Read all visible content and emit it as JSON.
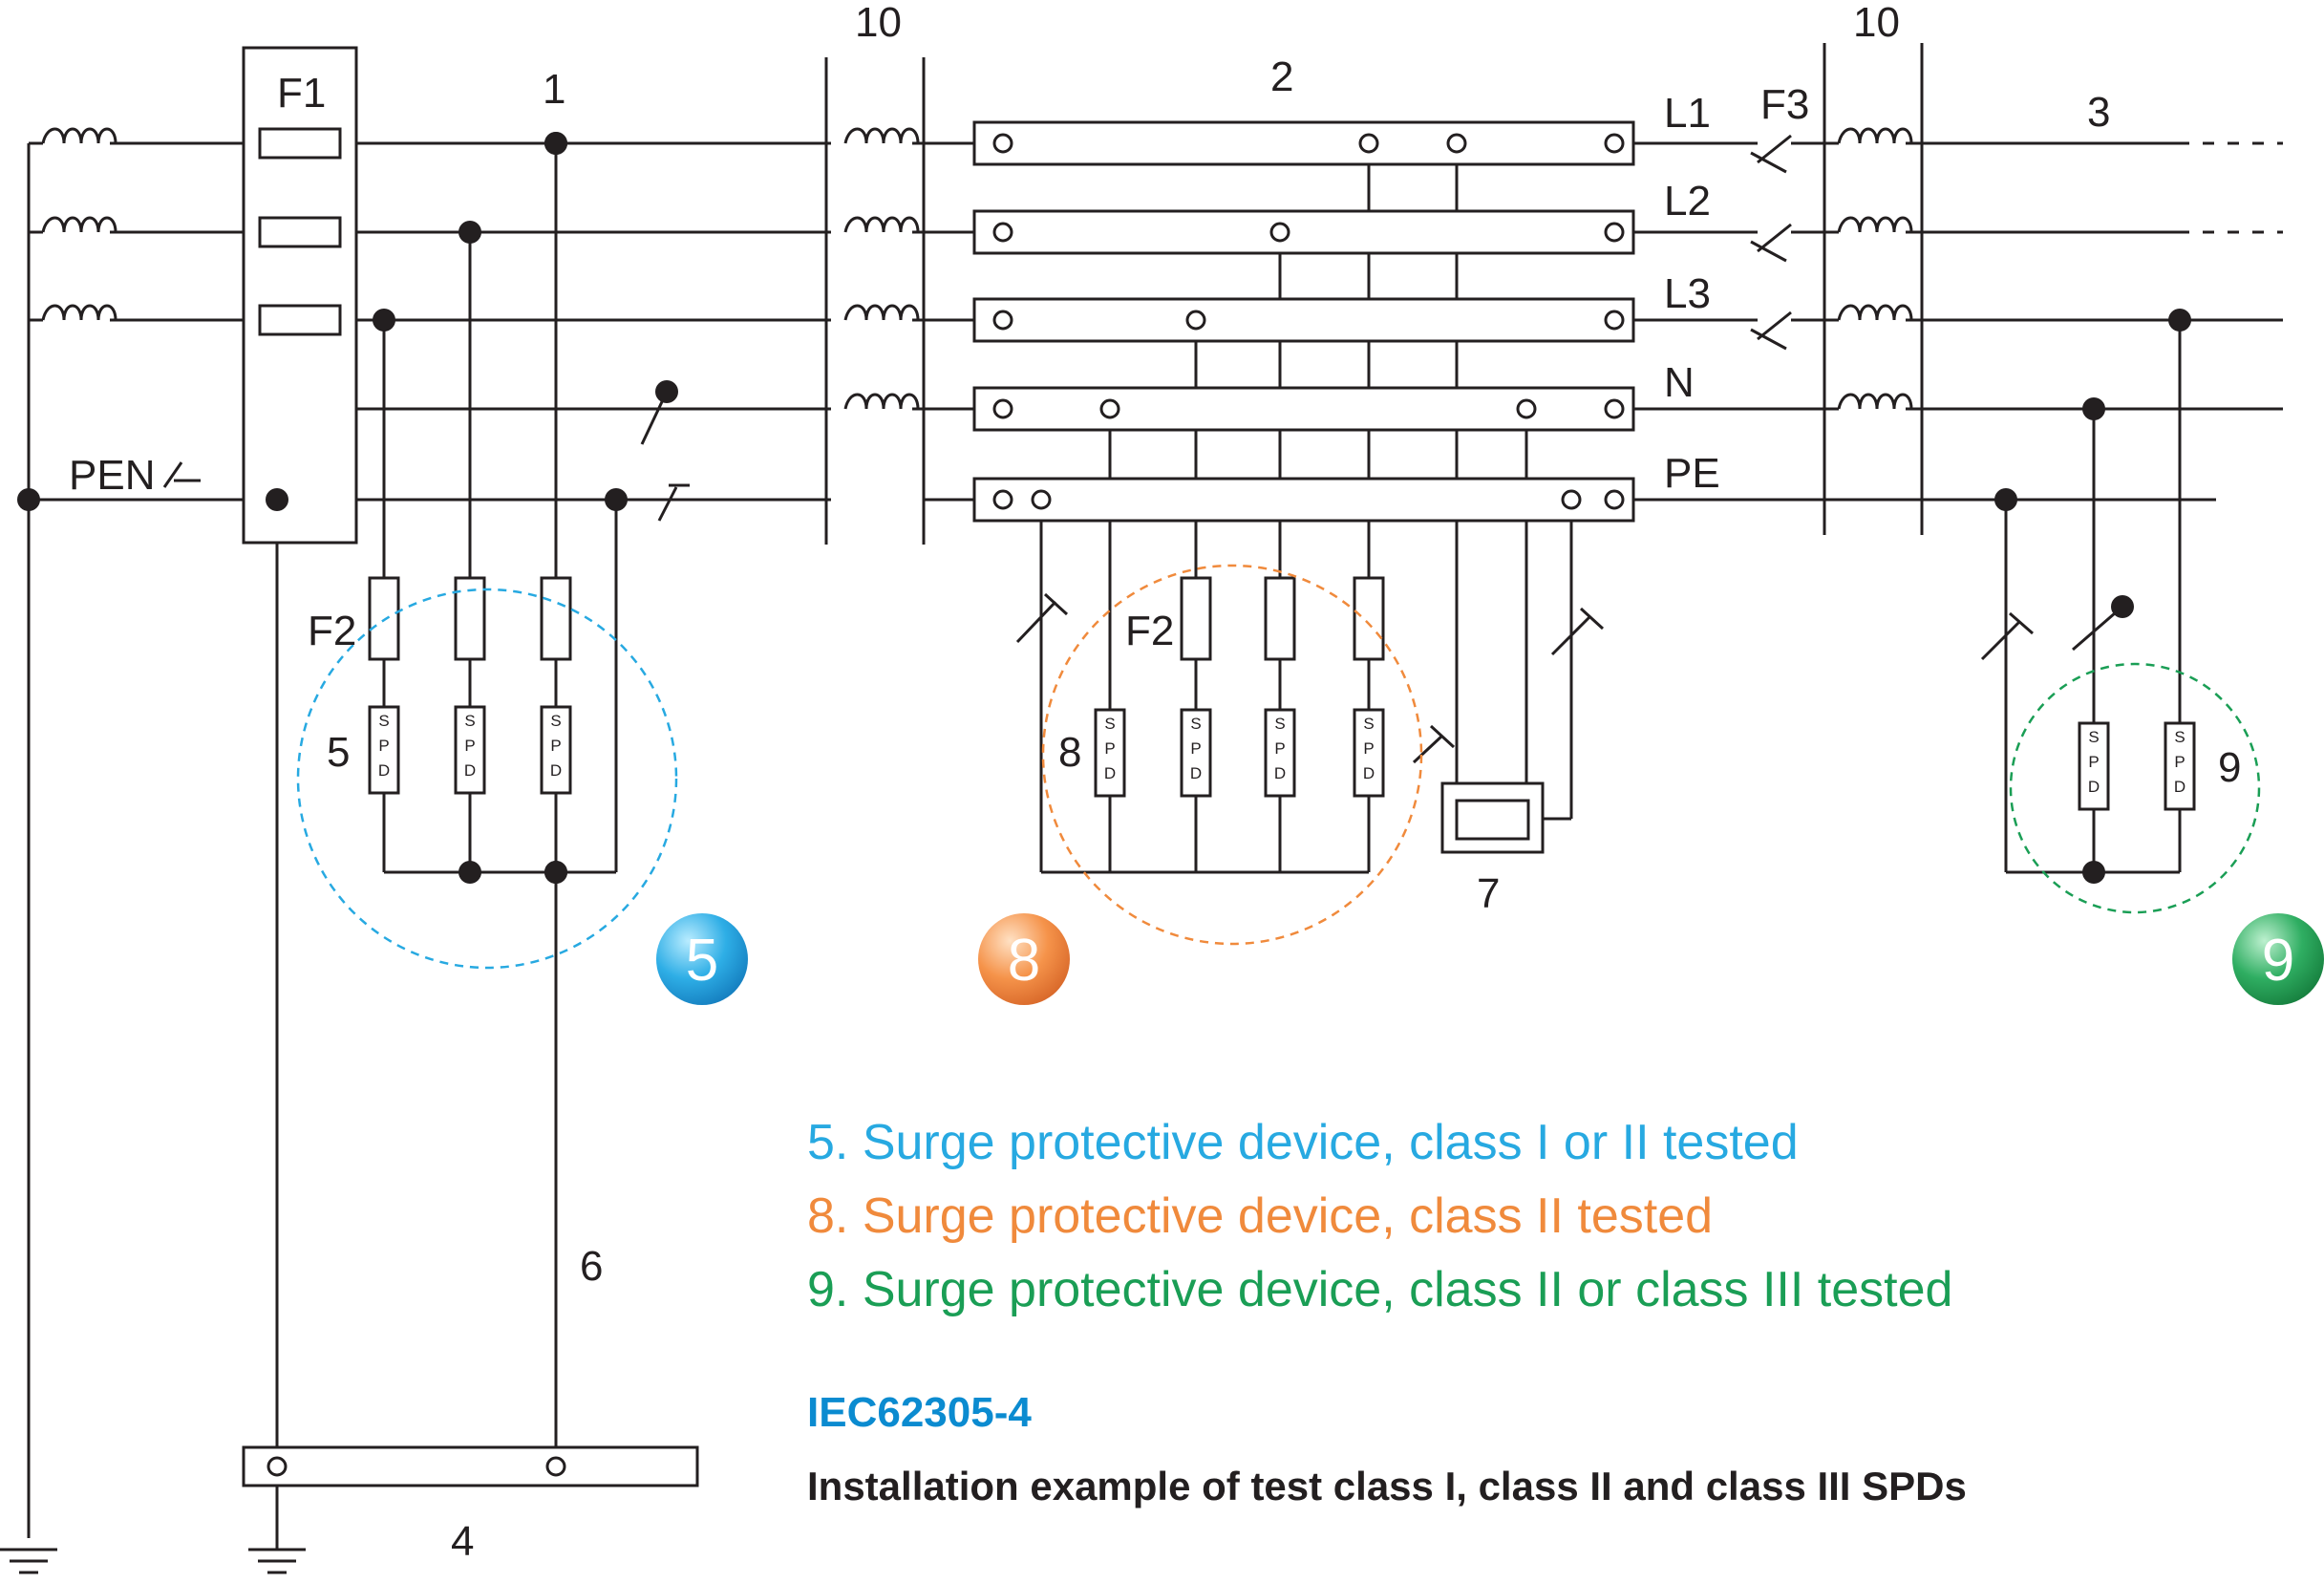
{
  "colors": {
    "line": "#231f20",
    "blue": "#27a9e1",
    "orange": "#f08a3c",
    "green": "#1a9e55",
    "std_blue": "#0b8bd0"
  },
  "labels": {
    "F1": "F1",
    "F2": "F2",
    "F3": "F3",
    "n1": "1",
    "n2": "2",
    "n3": "3",
    "n4": "4",
    "n5": "5",
    "n6": "6",
    "n7": "7",
    "n8": "8",
    "n9": "9",
    "n10": "10",
    "PEN": "PEN",
    "L1": "L1",
    "L2": "L2",
    "L3": "L3",
    "N": "N",
    "PE": "PE",
    "spd": [
      "S",
      "P",
      "D"
    ]
  },
  "badges": {
    "b5": "5",
    "b8": "8",
    "b9": "9"
  },
  "legend": {
    "item5": "5. Surge protective device, class I or II tested",
    "item8": "8. Surge protective device, class II tested",
    "item9": "9. Surge protective device, class II or class III tested"
  },
  "standard": "IEC62305-4",
  "caption": "Installation example of test class I, class II and class III SPDs"
}
